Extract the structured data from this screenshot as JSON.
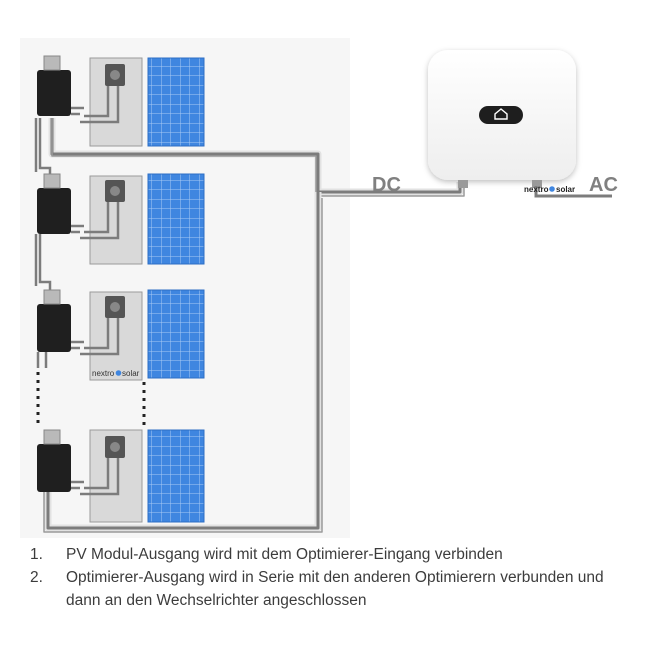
{
  "labels": {
    "dc": "DC",
    "ac": "AC",
    "brand_prefix": "nextro",
    "brand_suffix": "solar"
  },
  "notes": [
    {
      "num": "1.",
      "text": "PV Modul-Ausgang wird mit dem Optimierer-Eingang verbinden"
    },
    {
      "num": "2.",
      "text": "Optimierer-Ausgang wird in Serie mit den anderen Optimierern verbunden und dann an den Wechselrichter angeschlossen"
    }
  ],
  "colors": {
    "cable": "#7c7c7c",
    "cable_light": "#e2e2e2",
    "optimizer": "#1f1f1f",
    "panel_blue": "#3f86e0",
    "panel_grid": "#a9cbf5",
    "module_frame": "#d9d9d9",
    "label_gray": "#808080",
    "text": "#3c3c3c"
  }
}
